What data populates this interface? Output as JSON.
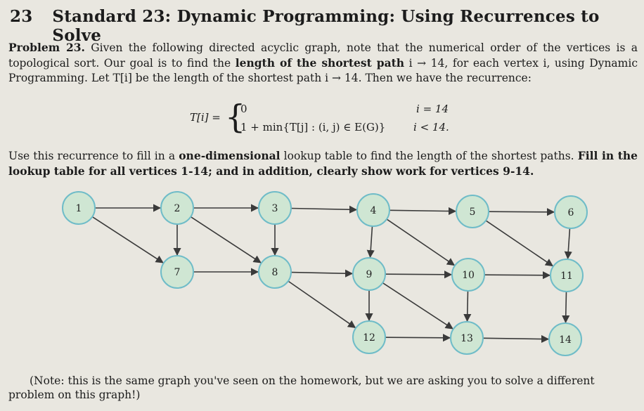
{
  "section": {
    "number": "23",
    "title": "Standard 23: Dynamic Programming: Using Recurrences to Solve"
  },
  "problem": {
    "label": "Problem 23.",
    "text_a": " Given the following directed acyclic graph, note that the numerical order of the vertices is a topological sort. Our goal is to find the ",
    "bold_a": "length of the shortest path",
    "text_b": " i → 14, for each vertex i, using Dynamic Programming. Let T[i] be the length of the shortest path i → 14. Then we have the recurrence:"
  },
  "recurrence": {
    "lhs": "T[i] =",
    "case1_value": "0",
    "case1_condition": "i = 14",
    "case2_value": "1 + min{T[j] : (i, j) ∈ E(G)}",
    "case2_condition": "i < 14."
  },
  "instructions": {
    "text_a": "Use this recurrence to fill in a ",
    "bold_a": "one-dimensional",
    "text_b": " lookup table to find the length of the shortest paths. ",
    "bold_b": "Fill in the lookup table for all vertices 1-14; and in addition, clearly show work for vertices 9-14."
  },
  "graph": {
    "node_fill": "#cfe6d3",
    "node_stroke": "#6fbcc8",
    "edge_color": "#3a3a3a",
    "nodes": [
      {
        "id": "1"
      },
      {
        "id": "2"
      },
      {
        "id": "3"
      },
      {
        "id": "4"
      },
      {
        "id": "5"
      },
      {
        "id": "6"
      },
      {
        "id": "7"
      },
      {
        "id": "8"
      },
      {
        "id": "9"
      },
      {
        "id": "10"
      },
      {
        "id": "11"
      },
      {
        "id": "12"
      },
      {
        "id": "13"
      },
      {
        "id": "14"
      }
    ],
    "edges": [
      [
        "1",
        "2"
      ],
      [
        "1",
        "7"
      ],
      [
        "2",
        "3"
      ],
      [
        "2",
        "7"
      ],
      [
        "2",
        "8"
      ],
      [
        "3",
        "4"
      ],
      [
        "3",
        "8"
      ],
      [
        "4",
        "5"
      ],
      [
        "4",
        "9"
      ],
      [
        "4",
        "10"
      ],
      [
        "5",
        "6"
      ],
      [
        "5",
        "11"
      ],
      [
        "6",
        "11"
      ],
      [
        "7",
        "8"
      ],
      [
        "8",
        "9"
      ],
      [
        "8",
        "12"
      ],
      [
        "9",
        "10"
      ],
      [
        "9",
        "12"
      ],
      [
        "9",
        "13"
      ],
      [
        "10",
        "11"
      ],
      [
        "10",
        "13"
      ],
      [
        "11",
        "14"
      ],
      [
        "12",
        "13"
      ],
      [
        "13",
        "14"
      ]
    ]
  },
  "note": "(Note: this is the same graph you've seen on the homework, but we are asking you to solve a different problem on this graph!)"
}
